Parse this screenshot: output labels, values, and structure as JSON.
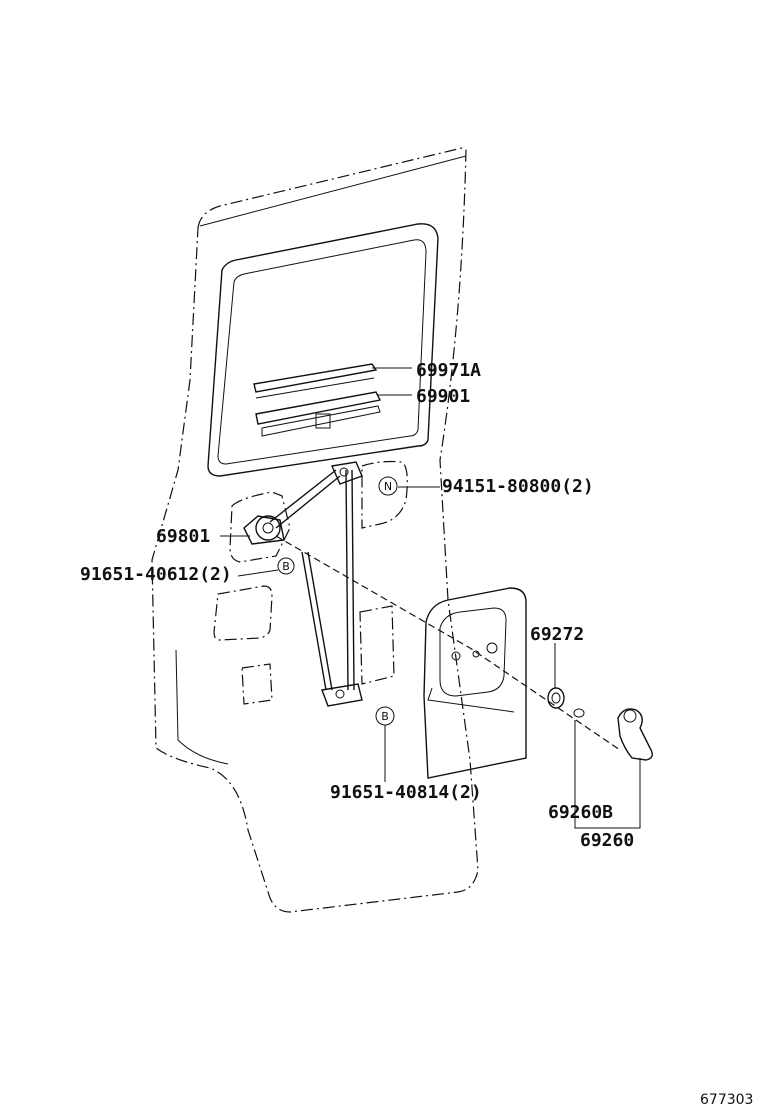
{
  "parts": {
    "p69971a": "69971A",
    "p69901": "69901",
    "p94151": "94151-80800(2)",
    "p69801": "69801",
    "p91651_612": "91651-40612(2)",
    "p69272": "69272",
    "p91651_814": "91651-40814(2)",
    "p69260b": "69260B",
    "p69260": "69260"
  },
  "markers": {
    "n": "N",
    "b1": "B",
    "b2": "B"
  },
  "figure_id": "677303"
}
